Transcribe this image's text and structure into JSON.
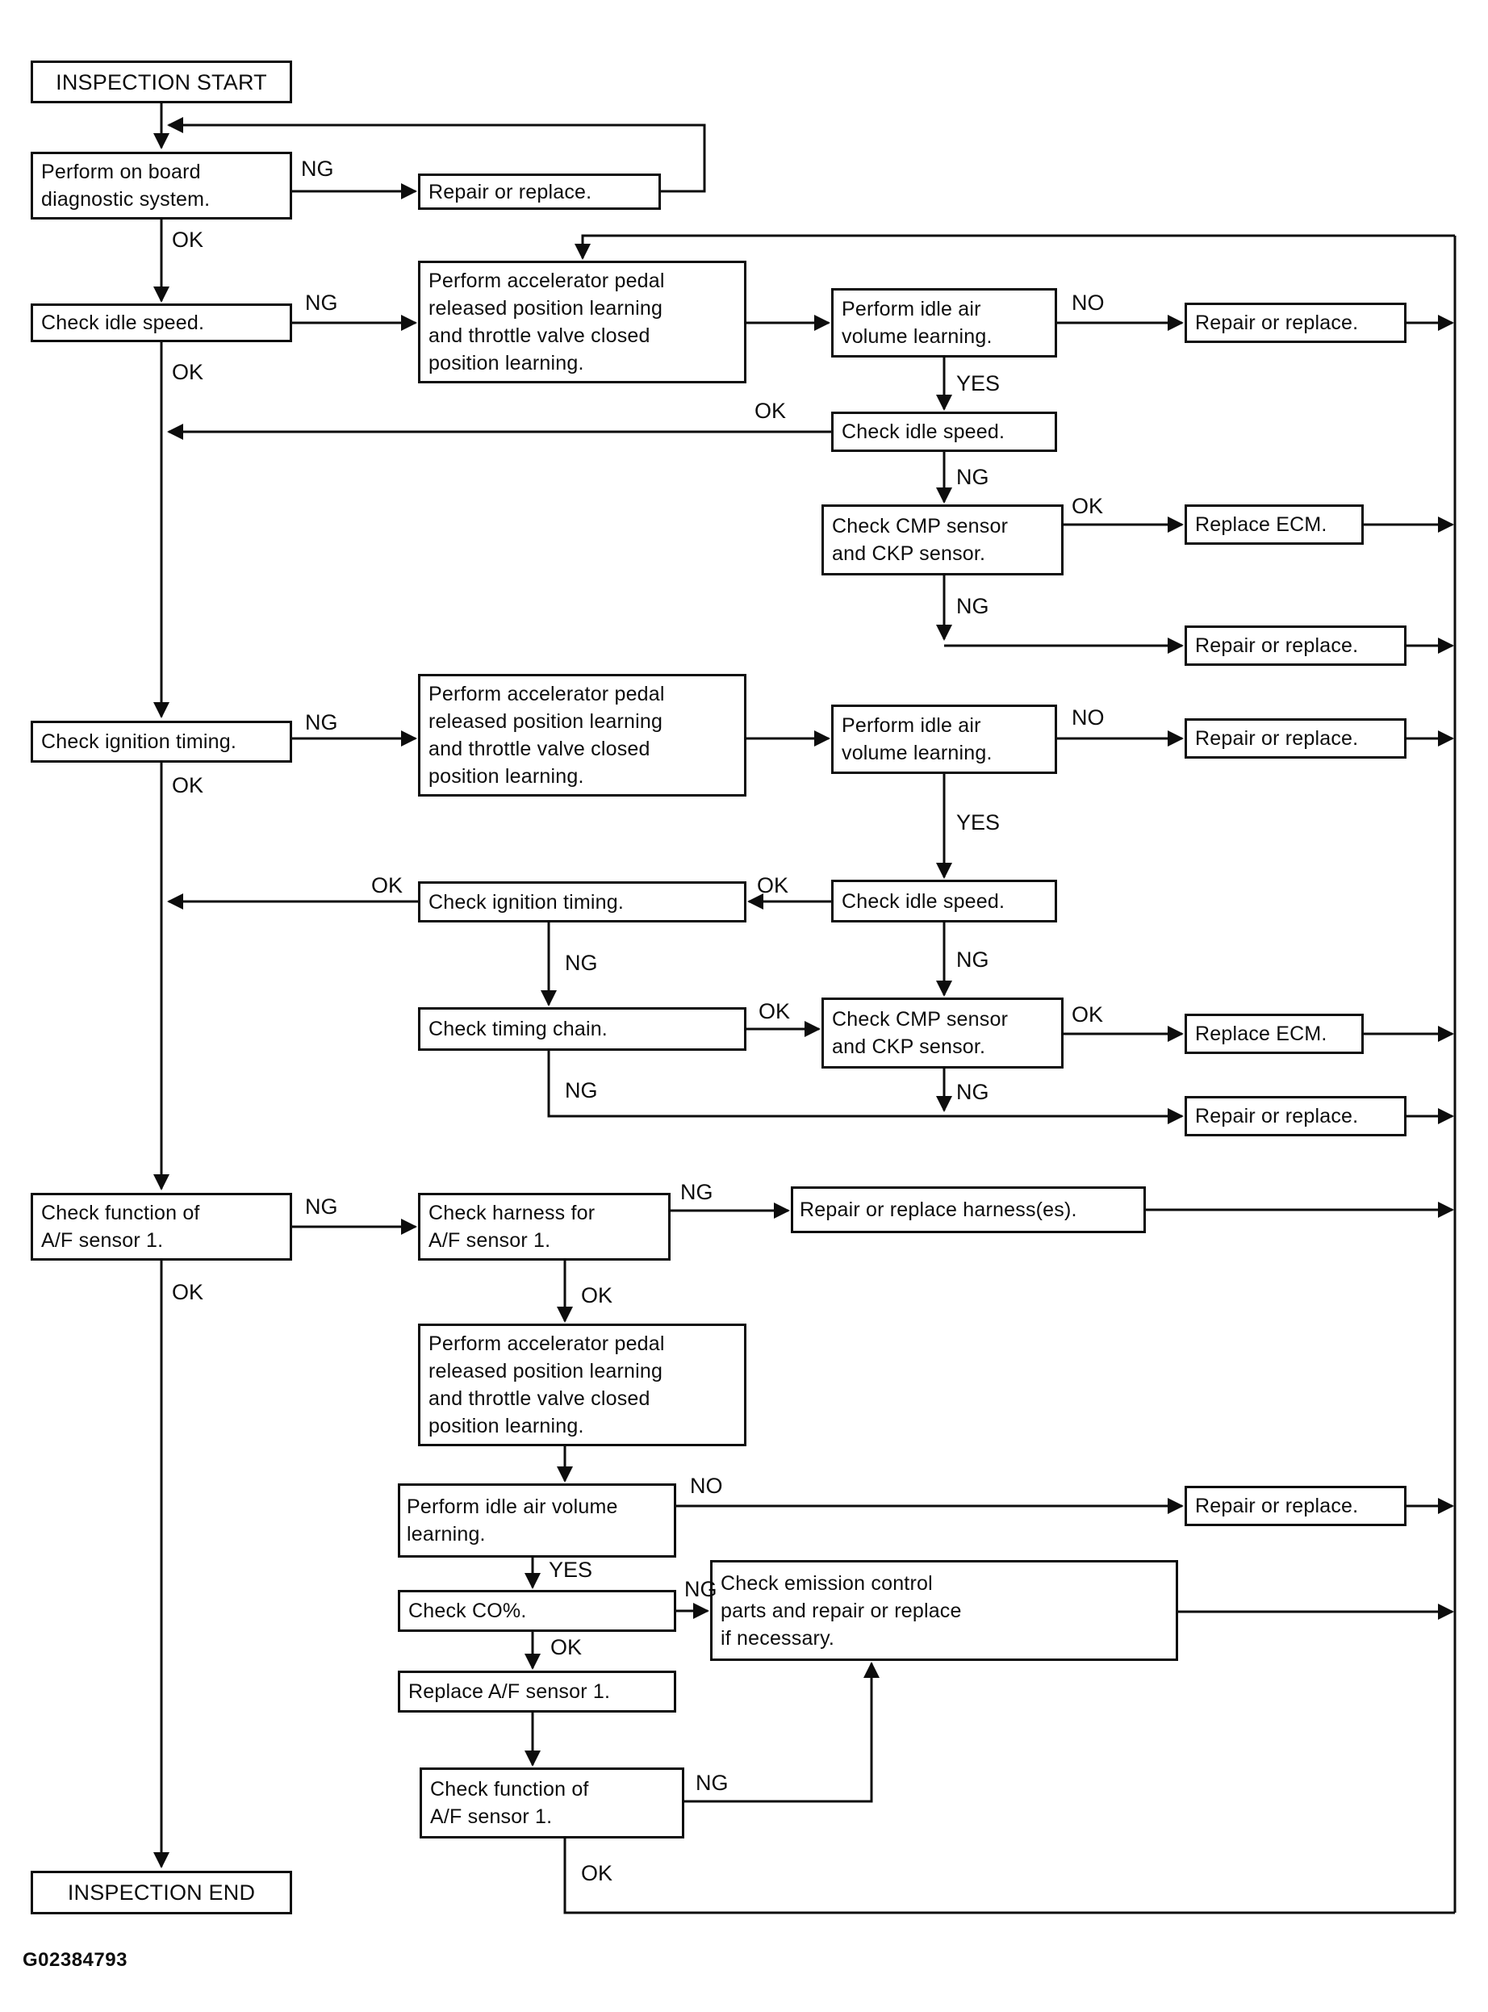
{
  "diagram": {
    "figure_id": "G02384793",
    "nodes": [
      {
        "id": "inspection-start",
        "label": "INSPECTION START"
      },
      {
        "id": "onboard-diagnostic",
        "label": "Perform on board\ndiagnostic system."
      },
      {
        "id": "repair-or-replace-top",
        "label": "Repair or replace."
      },
      {
        "id": "check-idle-speed-1",
        "label": "Check idle speed."
      },
      {
        "id": "accel-pedal-learning-1",
        "label": "Perform accelerator pedal\nreleased position learning\nand throttle valve closed\nposition learning."
      },
      {
        "id": "idle-air-learning-1",
        "label": "Perform idle air\nvolume learning."
      },
      {
        "id": "repair-or-replace-b",
        "label": "Repair or replace."
      },
      {
        "id": "check-idle-speed-2",
        "label": "Check idle speed."
      },
      {
        "id": "cmp-ckp-sensor-1",
        "label": "Check CMP sensor\nand CKP sensor."
      },
      {
        "id": "replace-ecm-1",
        "label": "Replace ECM."
      },
      {
        "id": "repair-or-replace-d",
        "label": "Repair or replace."
      },
      {
        "id": "check-ignition-timing-1",
        "label": "Check ignition timing."
      },
      {
        "id": "accel-pedal-learning-2",
        "label": "Perform accelerator pedal\nreleased position learning\nand throttle valve closed\nposition learning."
      },
      {
        "id": "idle-air-learning-2",
        "label": "Perform idle air\nvolume learning."
      },
      {
        "id": "repair-or-replace-e",
        "label": "Repair or replace."
      },
      {
        "id": "check-ignition-timing-2",
        "label": "Check ignition timing."
      },
      {
        "id": "check-idle-speed-3",
        "label": "Check idle speed."
      },
      {
        "id": "check-timing-chain",
        "label": "Check timing chain."
      },
      {
        "id": "cmp-ckp-sensor-2",
        "label": "Check CMP sensor\nand CKP sensor."
      },
      {
        "id": "replace-ecm-2",
        "label": "Replace ECM."
      },
      {
        "id": "repair-or-replace-g",
        "label": "Repair or replace."
      },
      {
        "id": "check-af-function-1",
        "label": "Check function of\nA/F sensor 1."
      },
      {
        "id": "check-af-harness",
        "label": "Check harness for\nA/F sensor 1."
      },
      {
        "id": "repair-harness",
        "label": "Repair or replace harness(es)."
      },
      {
        "id": "accel-pedal-learning-3",
        "label": "Perform accelerator pedal\nreleased position learning\nand throttle valve closed\nposition learning."
      },
      {
        "id": "idle-air-learning-3",
        "label": "Perform idle air volume\nlearning."
      },
      {
        "id": "repair-or-replace-h",
        "label": "Repair or replace."
      },
      {
        "id": "check-co",
        "label": "Check CO%."
      },
      {
        "id": "emission-control",
        "label": "Check emission control\nparts and repair or replace\nif necessary."
      },
      {
        "id": "replace-af-sensor",
        "label": "Replace A/F sensor 1."
      },
      {
        "id": "check-af-function-2",
        "label": "Check function of\nA/F sensor 1."
      },
      {
        "id": "inspection-end",
        "label": "INSPECTION END"
      }
    ],
    "edge_labels": [
      {
        "text": "NG"
      },
      {
        "text": "OK"
      },
      {
        "text": "NG"
      },
      {
        "text": "OK"
      },
      {
        "text": "NO"
      },
      {
        "text": "YES"
      },
      {
        "text": "OK"
      },
      {
        "text": "NG"
      },
      {
        "text": "OK"
      },
      {
        "text": "NG"
      },
      {
        "text": "NG"
      },
      {
        "text": "OK"
      },
      {
        "text": "NO"
      },
      {
        "text": "YES"
      },
      {
        "text": "OK"
      },
      {
        "text": "OK"
      },
      {
        "text": "NG"
      },
      {
        "text": "NG"
      },
      {
        "text": "OK"
      },
      {
        "text": "OK"
      },
      {
        "text": "NG"
      },
      {
        "text": "NG"
      },
      {
        "text": "NG"
      },
      {
        "text": "OK"
      },
      {
        "text": "NG"
      },
      {
        "text": "OK"
      },
      {
        "text": "NO"
      },
      {
        "text": "YES"
      },
      {
        "text": "NG"
      },
      {
        "text": "OK"
      },
      {
        "text": "NG"
      },
      {
        "text": "OK"
      }
    ]
  }
}
